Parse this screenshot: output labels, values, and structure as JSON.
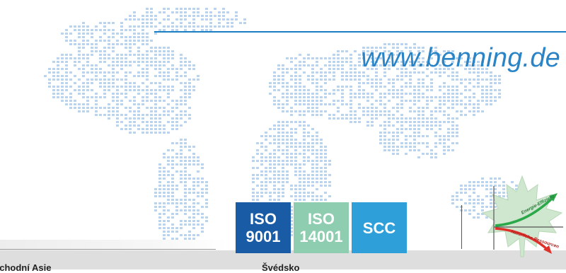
{
  "header": {
    "url": "www.benning.de"
  },
  "certifications": [
    {
      "line1": "ISO",
      "line2": "9001",
      "color": "#1a5ba5"
    },
    {
      "line1": "ISO",
      "line2": "14001",
      "color": "#8fcdb0"
    },
    {
      "line1": "SCC",
      "line2": "",
      "color": "#2e9fd9"
    }
  ],
  "eco_logo": {
    "label_up": "Energie-Effizienz",
    "label_down": "Natürliche Ressourcen",
    "leaf_color": "#cfe6cf",
    "arrow_up_color": "#2aa84a",
    "arrow_down_color": "#e0302a"
  },
  "footer_band": {
    "region_left": "ýchodní Asie",
    "region_right": "Švédsko"
  },
  "colors": {
    "brand_blue": "#2a84c6",
    "map_dots": "#b9d4ec",
    "band_grey": "#dedede"
  }
}
